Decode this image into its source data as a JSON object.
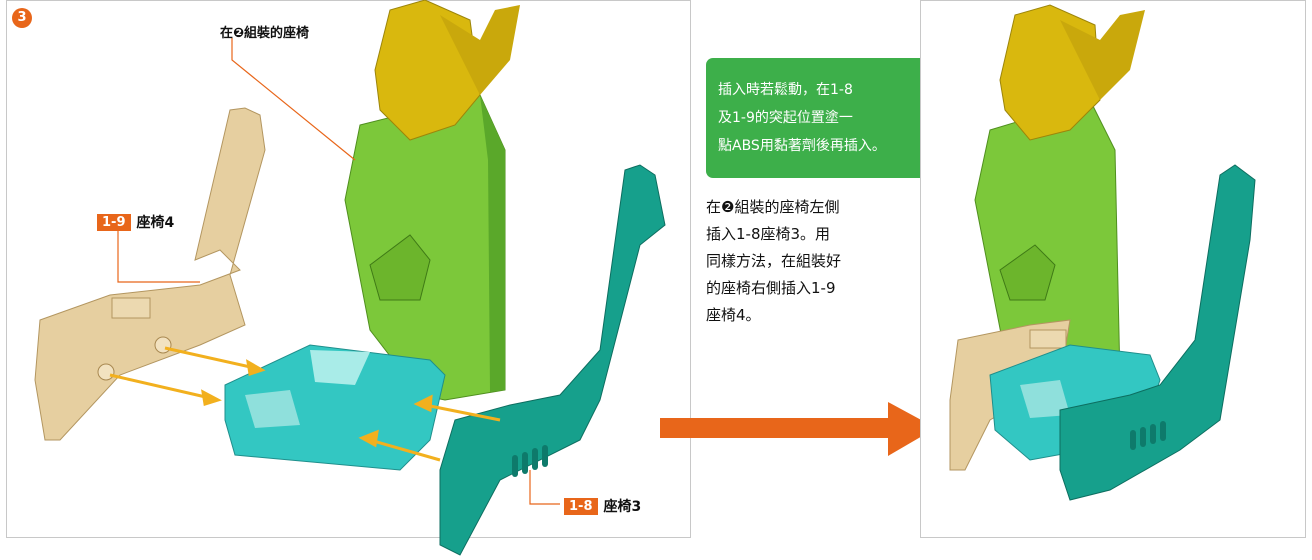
{
  "step": {
    "badge": "3"
  },
  "left_panel": {
    "top_callout": "在❷組裝的座椅",
    "part_1_9": {
      "number": "1-9",
      "name": "座椅4"
    },
    "part_1_8": {
      "number": "1-8",
      "name": "座椅3"
    }
  },
  "tip": {
    "lines": [
      "插入時若鬆動，在1-8",
      "及1-9的突起位置塗一",
      "點ABS用黏著劑後再插入。"
    ],
    "icon": "glue-bottle-icon"
  },
  "description": {
    "lines": [
      "在❷組裝的座椅左側",
      "插入1-8座椅3。用",
      "同樣方法，在組裝好",
      "的座椅右側插入1-9",
      "座椅4。"
    ]
  },
  "colors": {
    "accent_orange": "#e8661a",
    "tip_green": "#3daf4a",
    "part_tan": "#e6cfa0",
    "part_green": "#7cc83a",
    "part_cyan": "#33c7c2",
    "part_teal": "#16a08c",
    "part_yellow": "#d9b80e"
  }
}
